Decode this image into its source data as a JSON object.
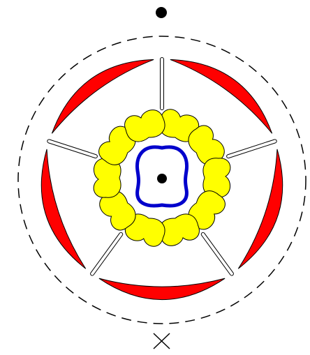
{
  "diagram": {
    "axis_marker": "filled-dot",
    "bract_marker": "cross",
    "whorls": [
      {
        "name": "sepals",
        "count": 5,
        "shape": "crescent",
        "color": "#ff0000"
      },
      {
        "name": "petals",
        "count": 5,
        "shape": "white-spoke",
        "color": "#ffffff"
      },
      {
        "name": "stamens",
        "count": 10,
        "shape": "bilobed-anther",
        "color": "#ffff00",
        "pairs": 5
      },
      {
        "name": "gynoecium",
        "count": 1,
        "shape": "bilobed-ovary",
        "color": "#0000cc"
      }
    ],
    "colors": {
      "outline": "#000000",
      "sepal": "#ff0000",
      "stamen": "#ffff00",
      "ovary": "#0000cc",
      "background": "#ffffff"
    }
  }
}
